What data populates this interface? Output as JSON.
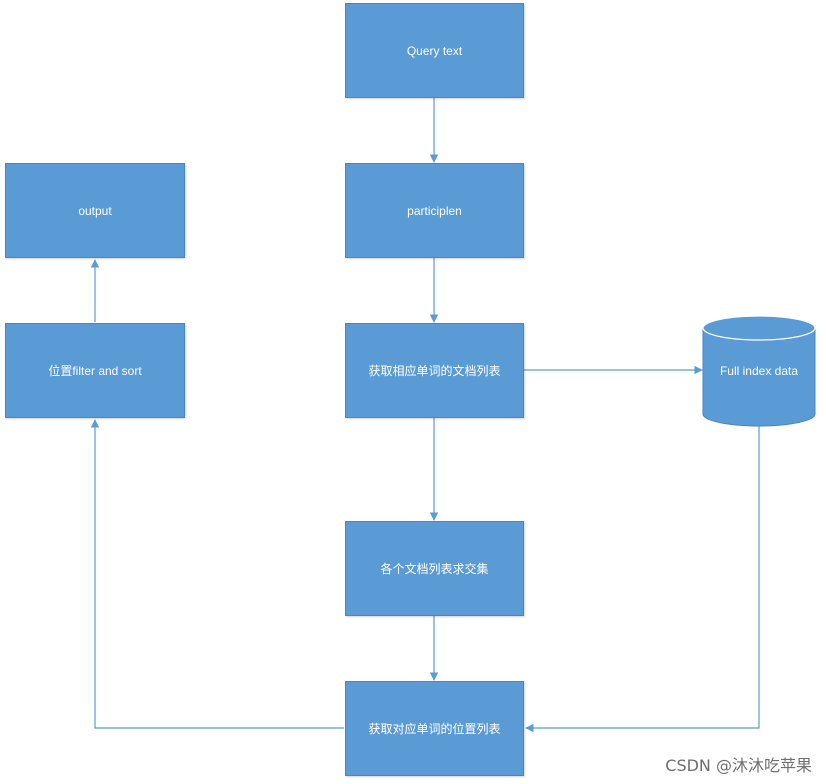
{
  "nodes": {
    "query": "Query text",
    "participle": "participlen",
    "doc_list": "获取相应单词的文档列表",
    "intersect": "各个文档列表求交集",
    "position_list": "获取对应单词的位置列表",
    "filter_sort": "位置filter and sort",
    "output": "output",
    "index_data": "Full index data"
  },
  "colors": {
    "box_fill": "#5b9bd5",
    "box_border": "#4a86c0",
    "edge": "#5b9bd5",
    "text": "#ffffff"
  },
  "watermark": "CSDN @沐沐吃苹果"
}
